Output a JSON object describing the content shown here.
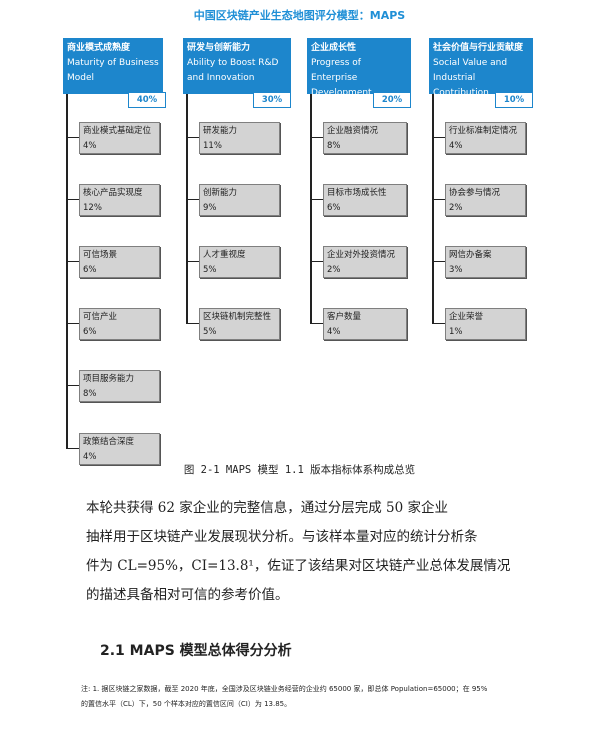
{
  "diagram_title": "中国区块链产业生态地图评分模型：MAPS",
  "categories": [
    {
      "zh": "商业模式成熟度",
      "en": "Maturity of Business Model",
      "weight": "40%",
      "indicators": [
        {
          "name": "商业模式基础定位",
          "value": "4%"
        },
        {
          "name": "核心产品实现度",
          "value": "12%"
        },
        {
          "name": "可信场景",
          "value": "6%"
        },
        {
          "name": "可信产业",
          "value": "6%"
        },
        {
          "name": "项目服务能力",
          "value": "8%"
        },
        {
          "name": "政策结合深度",
          "value": "4%"
        }
      ]
    },
    {
      "zh": "研发与创新能力",
      "en": "Ability to Boost R&D and Innovation",
      "weight": "30%",
      "indicators": [
        {
          "name": "研发能力",
          "value": "11%"
        },
        {
          "name": "创新能力",
          "value": "9%"
        },
        {
          "name": "人才重视度",
          "value": "5%"
        },
        {
          "name": "区块链机制完整性",
          "value": "5%"
        }
      ]
    },
    {
      "zh": "企业成长性",
      "en": "Progress of Enterprise Development",
      "weight": "20%",
      "indicators": [
        {
          "name": "企业融资情况",
          "value": "8%"
        },
        {
          "name": "目标市场成长性",
          "value": "6%"
        },
        {
          "name": "企业对外投资情况",
          "value": "2%"
        },
        {
          "name": "客户数量",
          "value": "4%"
        }
      ]
    },
    {
      "zh": "社会价值与行业贡献度",
      "en": "Social Value and Industrial Contribution",
      "weight": "10%",
      "indicators": [
        {
          "name": "行业标准制定情况",
          "value": "4%"
        },
        {
          "name": "协会参与情况",
          "value": "2%"
        },
        {
          "name": "网信办备案",
          "value": "3%"
        },
        {
          "name": "企业荣誉",
          "value": "1%"
        }
      ]
    }
  ],
  "caption": "图 2-1 MAPS 模型 1.1 版本指标体系构成总览",
  "paragraph": {
    "line1": "本轮共获得 62 家企业的完整信息，通过分层完成 50 家企业",
    "line2": "抽样用于区块链产业发展现状分析。与该样本量对应的统计分析条",
    "line3": "件为 CL=95%，CI=13.8¹，佐证了该结果对区块链产业总体发展情况",
    "line4": "的描述具备相对可信的参考价值。"
  },
  "section_heading": "2.1 MAPS 模型总体得分分析",
  "footnote": {
    "line1": "注: 1. 据区块链之家数据，截至 2020 年底，全国涉及区块链业务经营的企业约 65000 家，即总体 Population=65000；在 95%",
    "line2": "的置信水平（CL）下，50 个样本对应的置信区间（CI）为 13.85。"
  }
}
